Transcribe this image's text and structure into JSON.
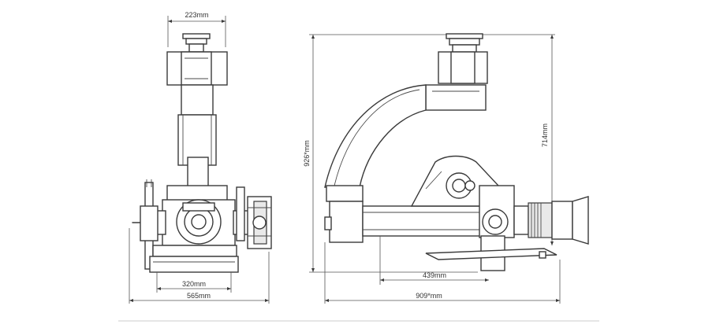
{
  "dimensions": {
    "front_top_width": "223mm",
    "front_base_inner": "320mm",
    "front_base_outer": "565mm",
    "side_overall_height": "926*mm",
    "side_arm_height": "714mm",
    "side_lower_width": "439mm",
    "side_overall_width": "909*mm"
  }
}
